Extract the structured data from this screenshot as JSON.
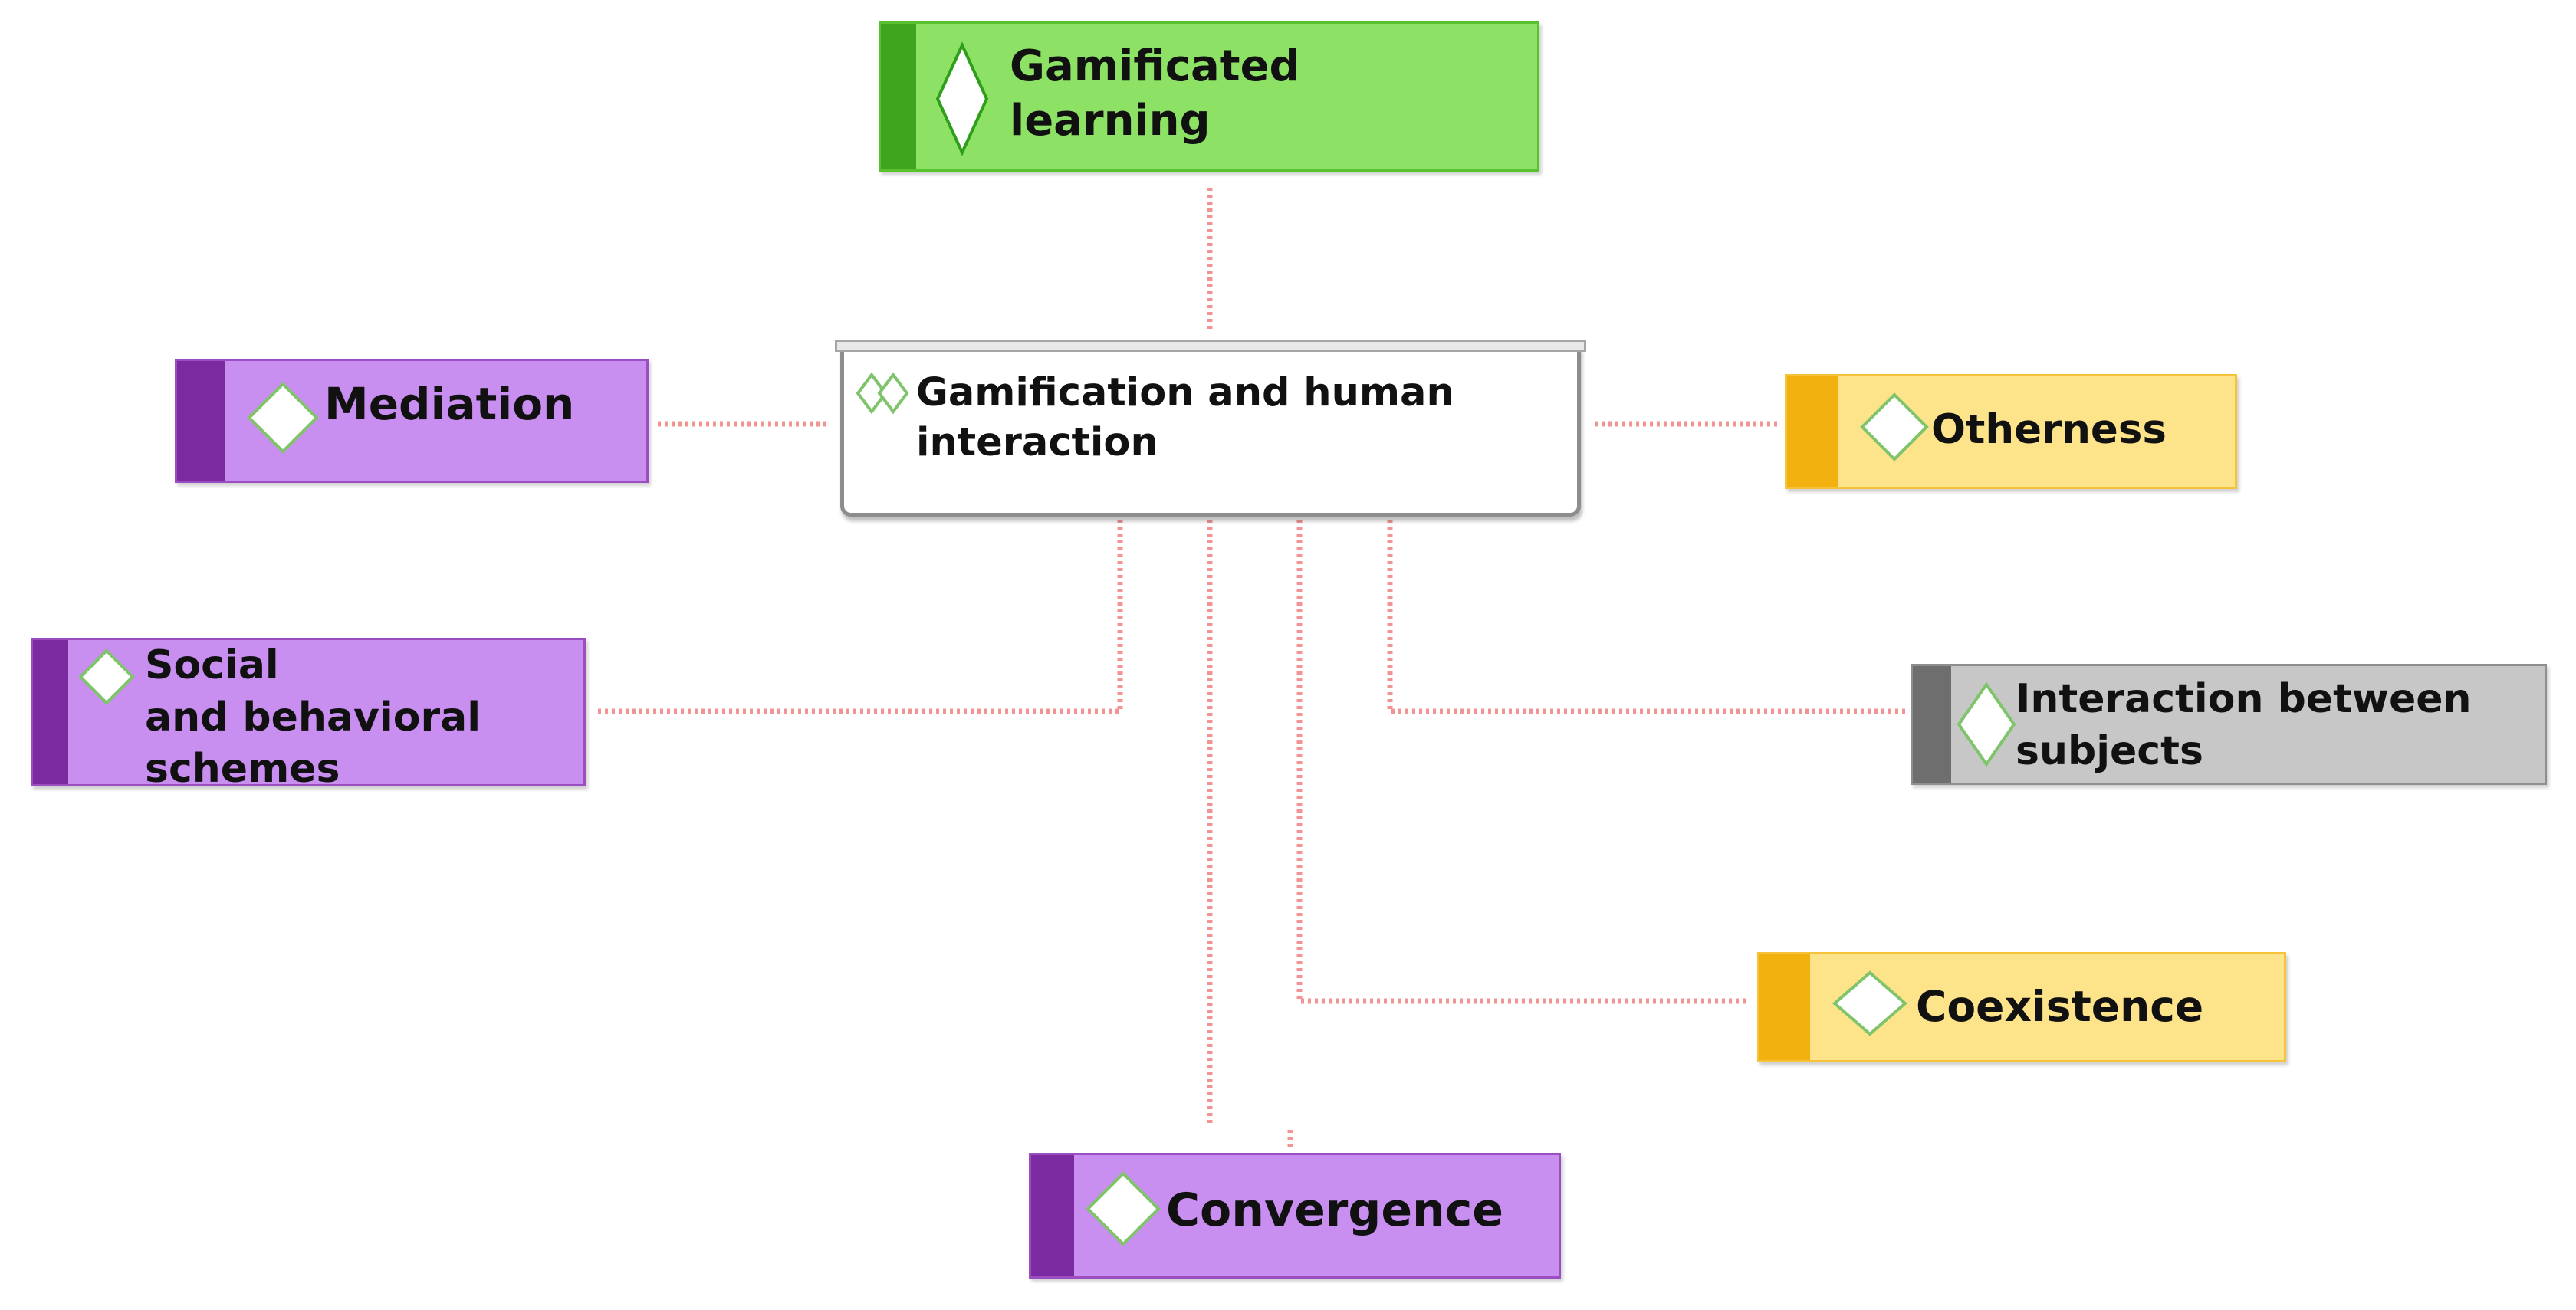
{
  "diagram": {
    "center": {
      "lines": [
        "Gamification and human",
        "interaction"
      ],
      "icon": "double-diamond-icon"
    },
    "nodes": {
      "gamificated_learning": {
        "lines": [
          "Gamificated",
          "learning"
        ],
        "color": "#8de265",
        "icon": "diamond-icon"
      },
      "mediation": {
        "lines": [
          "Mediation"
        ],
        "color": "#c88ff0",
        "icon": "diamond-icon"
      },
      "social": {
        "lines": [
          "Social",
          "and behavioral",
          "schemes"
        ],
        "color": "#c88ff0",
        "icon": "diamond-icon"
      },
      "convergence": {
        "lines": [
          "Convergence"
        ],
        "color": "#c88ff0",
        "icon": "diamond-icon"
      },
      "otherness": {
        "lines": [
          "Otherness"
        ],
        "color": "#fde48a",
        "icon": "diamond-icon"
      },
      "coexistence": {
        "lines": [
          "Coexistence"
        ],
        "color": "#fde48a",
        "icon": "diamond-icon"
      },
      "interaction": {
        "lines": [
          "Interaction between",
          "subjects"
        ],
        "color": "#c7c7c7",
        "icon": "diamond-icon"
      }
    },
    "connector_color": "#f08a8a",
    "connector_style": "dotted"
  }
}
